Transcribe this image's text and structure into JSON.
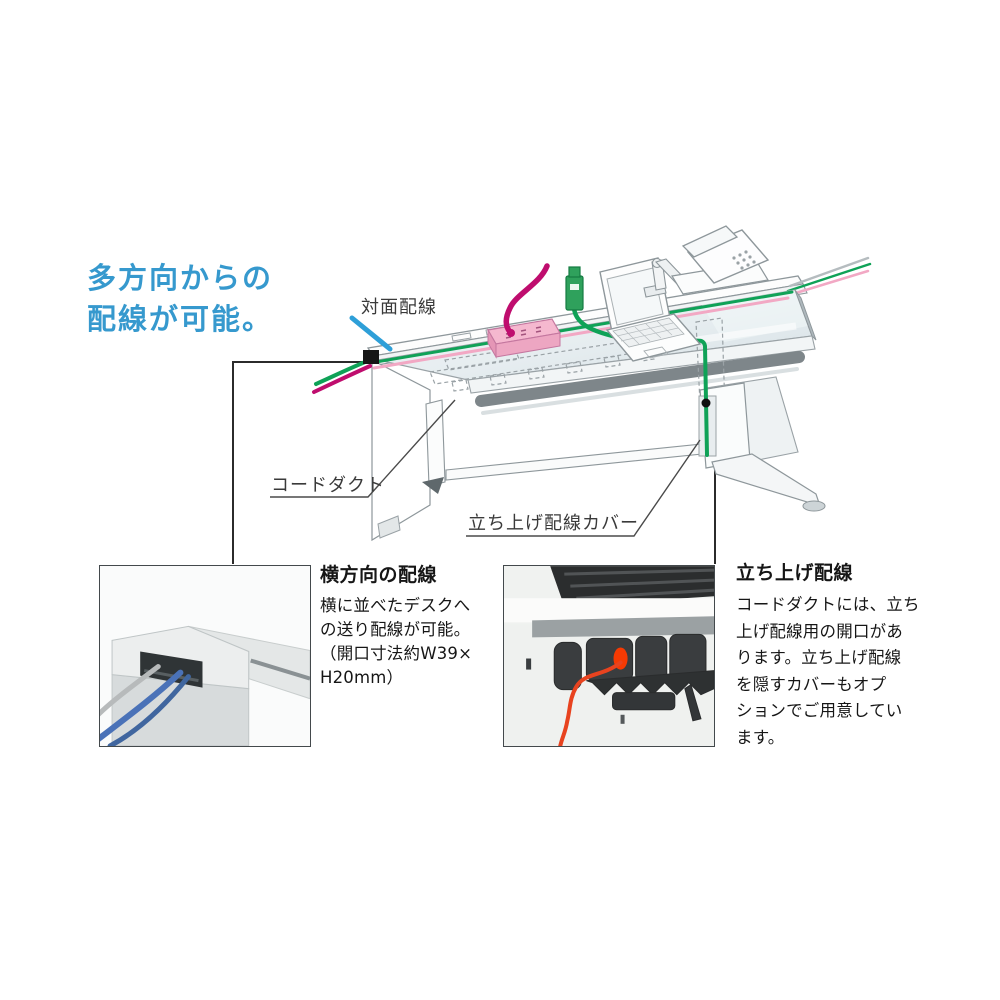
{
  "heading": {
    "line1": "多方向からの",
    "line2": "配線が可能。",
    "color": "#3699CE"
  },
  "diagram": {
    "labels": {
      "facing_wiring": "対面配線",
      "cord_duct": "コードダクト",
      "riser_cover": "立ち上げ配線カバー"
    },
    "illustration_items": {
      "desk": "office-desk",
      "laptop": "laptop-computer",
      "phone": "telephone-on-arm",
      "power_strip": "power-strip",
      "cables": "multi-direction-cables"
    }
  },
  "sections": {
    "left": {
      "title": "横方向の配線",
      "body": "横に並べたデスクへ\nの送り配線が可能。\n（開口寸法約W39×\nH20mm）"
    },
    "right": {
      "title": "立ち上げ配線",
      "body": "コードダクトには、立ち\n上げ配線用の開口があ\nります。立ち上げ配線\nを隠すカバーもオプ\nションでご用意してい\nます。"
    }
  },
  "colors": {
    "heading_blue": "#3699CE",
    "cable_green": "#0FA257",
    "cable_magenta": "#BF0D6E",
    "cable_pink_light": "#F2A8C4",
    "power_strip_pink": "#F5B8CF",
    "leader_blue": "#2E9FD8",
    "photo_cable_blue": "#4A72B8",
    "photo_cable_red": "#E8431F",
    "line_gray": "#8E979B",
    "text_dark": "#161616"
  }
}
